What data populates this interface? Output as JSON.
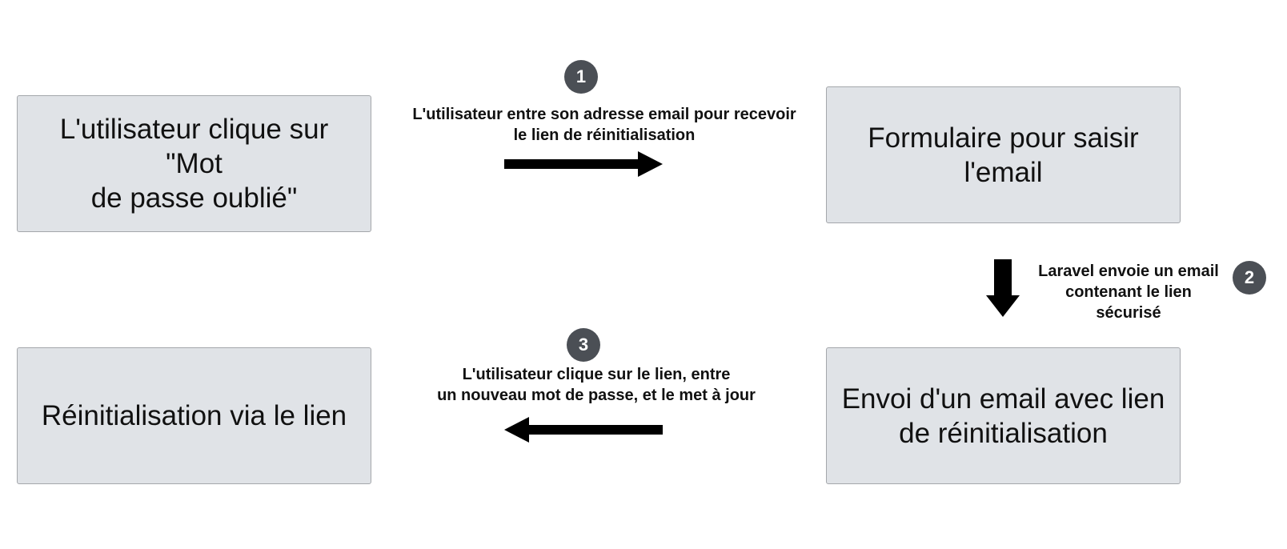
{
  "nodes": {
    "forgot_click": "L'utilisateur clique sur \"Mot\nde passe oublié\"",
    "email_form": "Formulaire pour saisir\nl'email",
    "send_email": "Envoi d'un email avec lien\nde réinitialisation",
    "reset_via_link": "Réinitialisation via le lien"
  },
  "steps": [
    {
      "number": "1",
      "label": "L'utilisateur entre son adresse email pour recevoir\nle lien de réinitialisation"
    },
    {
      "number": "2",
      "label": "Laravel envoie un email\ncontenant le lien\nsécurisé"
    },
    {
      "number": "3",
      "label": "L'utilisateur clique sur le lien, entre\nun nouveau mot de passe, et le met à jour"
    }
  ],
  "colors": {
    "box_fill": "#e0e3e7",
    "box_border": "#a4a7ab",
    "badge": "#4b4f55",
    "arrow": "#000000"
  }
}
